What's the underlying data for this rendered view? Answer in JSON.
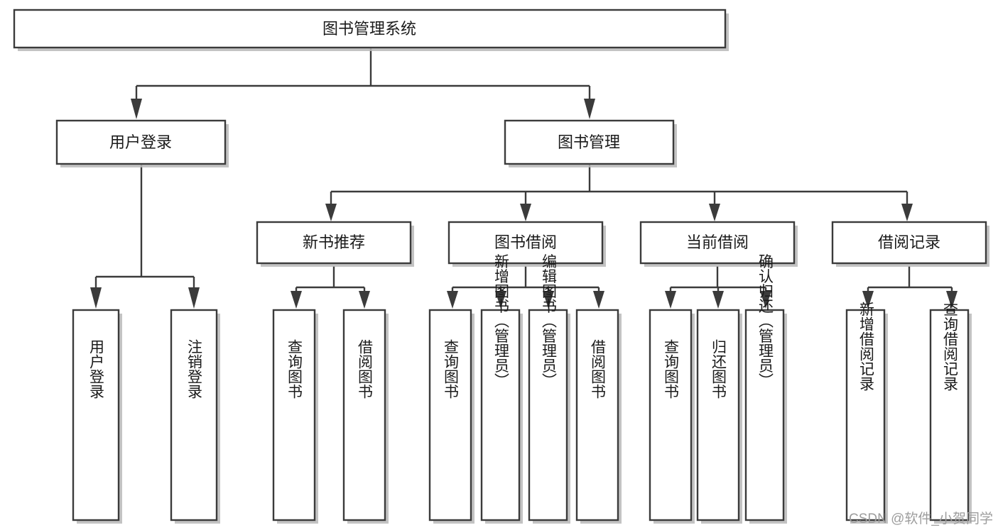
{
  "diagram": {
    "title": "图书管理系统",
    "type": "hierarchy-tree",
    "orientation": "top-down",
    "box_fill": "#ffffff",
    "box_stroke": "#3b3b3b",
    "text_color": "#1a1a1a",
    "levels": [
      {
        "level": 1,
        "nodes": [
          {
            "id": "root",
            "label": "图书管理系统",
            "orientation": "horizontal"
          }
        ]
      },
      {
        "level": 2,
        "nodes": [
          {
            "id": "login",
            "label": "用户登录",
            "orientation": "horizontal",
            "parent": "root"
          },
          {
            "id": "bookmgmt",
            "label": "图书管理",
            "orientation": "horizontal",
            "parent": "root"
          }
        ]
      },
      {
        "level": 3,
        "nodes": [
          {
            "id": "newbook",
            "label": "新书推荐",
            "orientation": "horizontal",
            "parent": "bookmgmt"
          },
          {
            "id": "borrow",
            "label": "图书借阅",
            "orientation": "horizontal",
            "parent": "bookmgmt"
          },
          {
            "id": "current",
            "label": "当前借阅",
            "orientation": "horizontal",
            "parent": "bookmgmt"
          },
          {
            "id": "records",
            "label": "借阅记录",
            "orientation": "horizontal",
            "parent": "bookmgmt"
          }
        ]
      },
      {
        "level": 4,
        "nodes": [
          {
            "id": "leaf-user-login",
            "label": "用户登录",
            "orientation": "vertical",
            "parent": "login"
          },
          {
            "id": "leaf-user-logout",
            "label": "注销登录",
            "orientation": "vertical",
            "parent": "login"
          },
          {
            "id": "leaf-query-book-1",
            "label": "查询图书",
            "orientation": "vertical",
            "parent": "newbook"
          },
          {
            "id": "leaf-borrow-book-1",
            "label": "借阅图书",
            "orientation": "vertical",
            "parent": "newbook"
          },
          {
            "id": "leaf-query-book-2",
            "label": "查询图书",
            "orientation": "vertical",
            "parent": "borrow"
          },
          {
            "id": "leaf-add-book",
            "label": "新增图书（管理员）",
            "orientation": "vertical",
            "parent": "borrow"
          },
          {
            "id": "leaf-edit-book",
            "label": "编辑图书（管理员）",
            "orientation": "vertical",
            "parent": "borrow"
          },
          {
            "id": "leaf-borrow-book-2",
            "label": "借阅图书",
            "orientation": "vertical",
            "parent": "borrow"
          },
          {
            "id": "leaf-query-book-3",
            "label": "查询图书",
            "orientation": "vertical",
            "parent": "current"
          },
          {
            "id": "leaf-return-book",
            "label": "归还图书",
            "orientation": "vertical",
            "parent": "current"
          },
          {
            "id": "leaf-confirm-return",
            "label": "确认归还（管理员）",
            "orientation": "vertical",
            "parent": "current"
          },
          {
            "id": "leaf-add-record",
            "label": "新增借阅记录",
            "orientation": "vertical",
            "parent": "records"
          },
          {
            "id": "leaf-query-record",
            "label": "查询借阅记录",
            "orientation": "vertical",
            "parent": "records"
          }
        ]
      }
    ]
  },
  "watermark": {
    "text": "CSDN @软件_小贺同学",
    "color": "#9d9d9d"
  }
}
